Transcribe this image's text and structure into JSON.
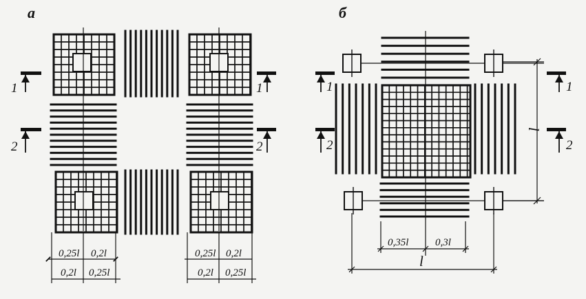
{
  "panel_a": {
    "label": "a",
    "section_1": "1",
    "section_2": "2",
    "dims_top": [
      "0,25l",
      "0,2l"
    ],
    "dims_bottom": [
      "0,2l",
      "0,25l"
    ]
  },
  "panel_b": {
    "label": "б",
    "section_1": "1",
    "section_2": "2",
    "dim_left": "0,35l",
    "dim_right": "0,3l",
    "span_horizontal": "l",
    "span_vertical": "l"
  },
  "colors": {
    "ink": "#111111",
    "paper": "#f4f4f2"
  }
}
